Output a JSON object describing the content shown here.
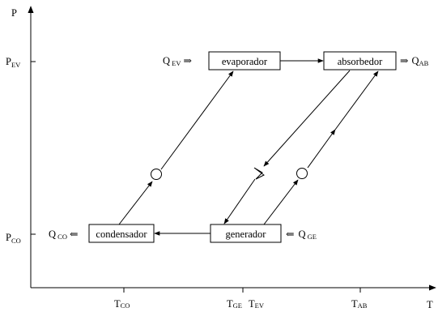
{
  "axes": {
    "y_label": "P",
    "x_label": "T",
    "y_ticks": [
      {
        "main": "P",
        "sub": "EV"
      },
      {
        "main": "P",
        "sub": "CO"
      }
    ],
    "x_ticks": [
      {
        "main": "T",
        "sub": "CO"
      },
      {
        "main": "T",
        "sub": "GE"
      },
      {
        "main": "T",
        "sub": "EV"
      },
      {
        "main": "T",
        "sub": "AB"
      }
    ]
  },
  "components": {
    "evaporador": "evaporador",
    "absorbedor": "absorbedor",
    "condensador": "condensador",
    "generador": "generador"
  },
  "heat_flows": {
    "q_ev": {
      "main": "Q",
      "sub": " EV",
      "arrow": "⇒"
    },
    "q_ab": {
      "main": "Q",
      "sub": "AB",
      "arrow": "⇒"
    },
    "q_co": {
      "main": "Q",
      "sub": " CO",
      "arrow": "⇐"
    },
    "q_ge": {
      "main": "Q",
      "sub": " GE",
      "arrow": "⇐"
    }
  }
}
